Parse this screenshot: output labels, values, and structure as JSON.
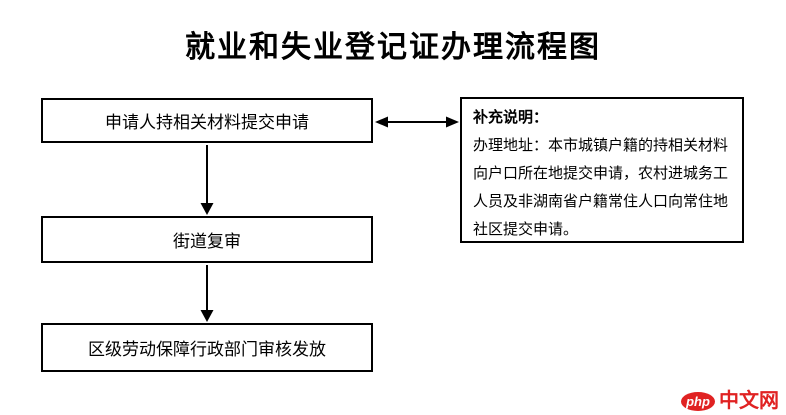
{
  "title": "就业和失业登记证办理流程图",
  "flow": {
    "steps": [
      {
        "label": "申请人持相关材料提交申请"
      },
      {
        "label": "街道复审"
      },
      {
        "label": "区级劳动保障行政部门审核发放"
      }
    ]
  },
  "note": {
    "heading": "补充说明：",
    "body": "办理地址：本市城镇户籍的持相关材料向户口所在地提交申请，农村进城务工人员及非湖南省户籍常住人口向常住地社区提交申请。"
  },
  "watermark": {
    "logo_text": "php",
    "site_text": "中文网",
    "color": "#e02222"
  },
  "colors": {
    "line": "#000000",
    "background": "#ffffff",
    "text": "#000000"
  }
}
